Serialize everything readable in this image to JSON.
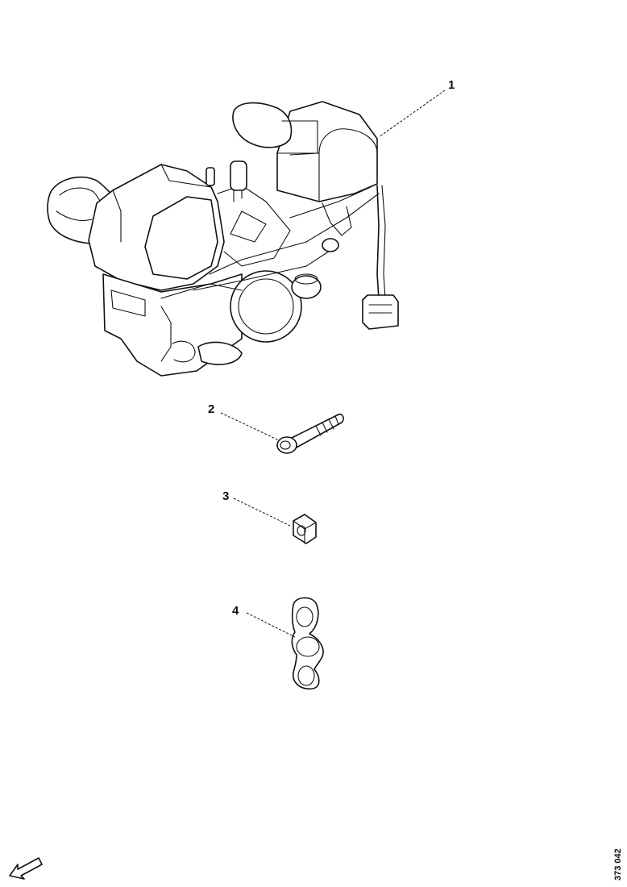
{
  "callouts": {
    "c1": "1",
    "c2": "2",
    "c3": "3",
    "c4": "4"
  },
  "figure_number": "373 042",
  "parts": [
    {
      "label": "1",
      "name": "gear-shift-housing-assembly-icon"
    },
    {
      "label": "2",
      "name": "flange-bolt-icon"
    },
    {
      "label": "3",
      "name": "square-nut-icon"
    },
    {
      "label": "4",
      "name": "triple-o-ring-gasket-icon"
    }
  ],
  "direction_indicator": "front-arrow-icon"
}
